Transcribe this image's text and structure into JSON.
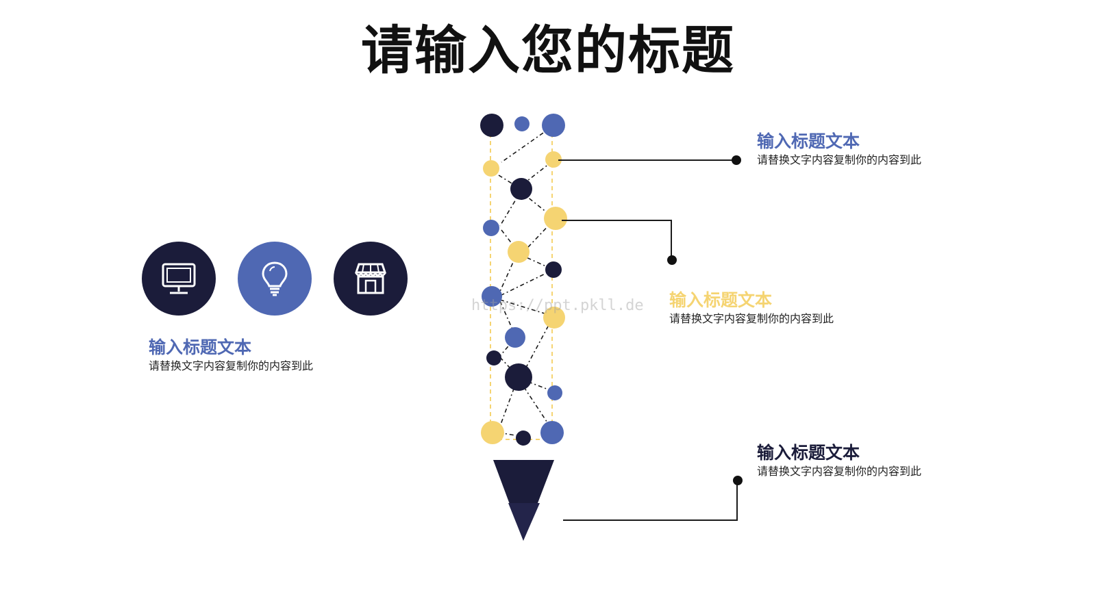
{
  "title": "请输入您的标题",
  "watermark": "https://ppt.pkll.de",
  "colors": {
    "navy": "#1b1c3a",
    "blue": "#4f68b3",
    "yellow": "#f5d472",
    "line": "#1a1a1a"
  },
  "icons": [
    {
      "name": "monitor-icon",
      "color": "navy"
    },
    {
      "name": "lightbulb-icon",
      "color": "blue"
    },
    {
      "name": "store-icon",
      "color": "navy"
    }
  ],
  "labels": {
    "left": {
      "title": "输入标题文本",
      "desc": "请替换文字内容复制你的内容到此",
      "color": "#4f68b3"
    },
    "right_top": {
      "title": "输入标题文本",
      "desc": "请替换文字内容复制你的内容到此",
      "color": "#4f68b3"
    },
    "right_middle": {
      "title": "输入标题文本",
      "desc": "请替换文字内容复制你的内容到此",
      "color": "#f5d472"
    },
    "right_bottom": {
      "title": "输入标题文本",
      "desc": "请替换文字内容复制你的内容到此",
      "color": "#1b1c3a"
    }
  }
}
